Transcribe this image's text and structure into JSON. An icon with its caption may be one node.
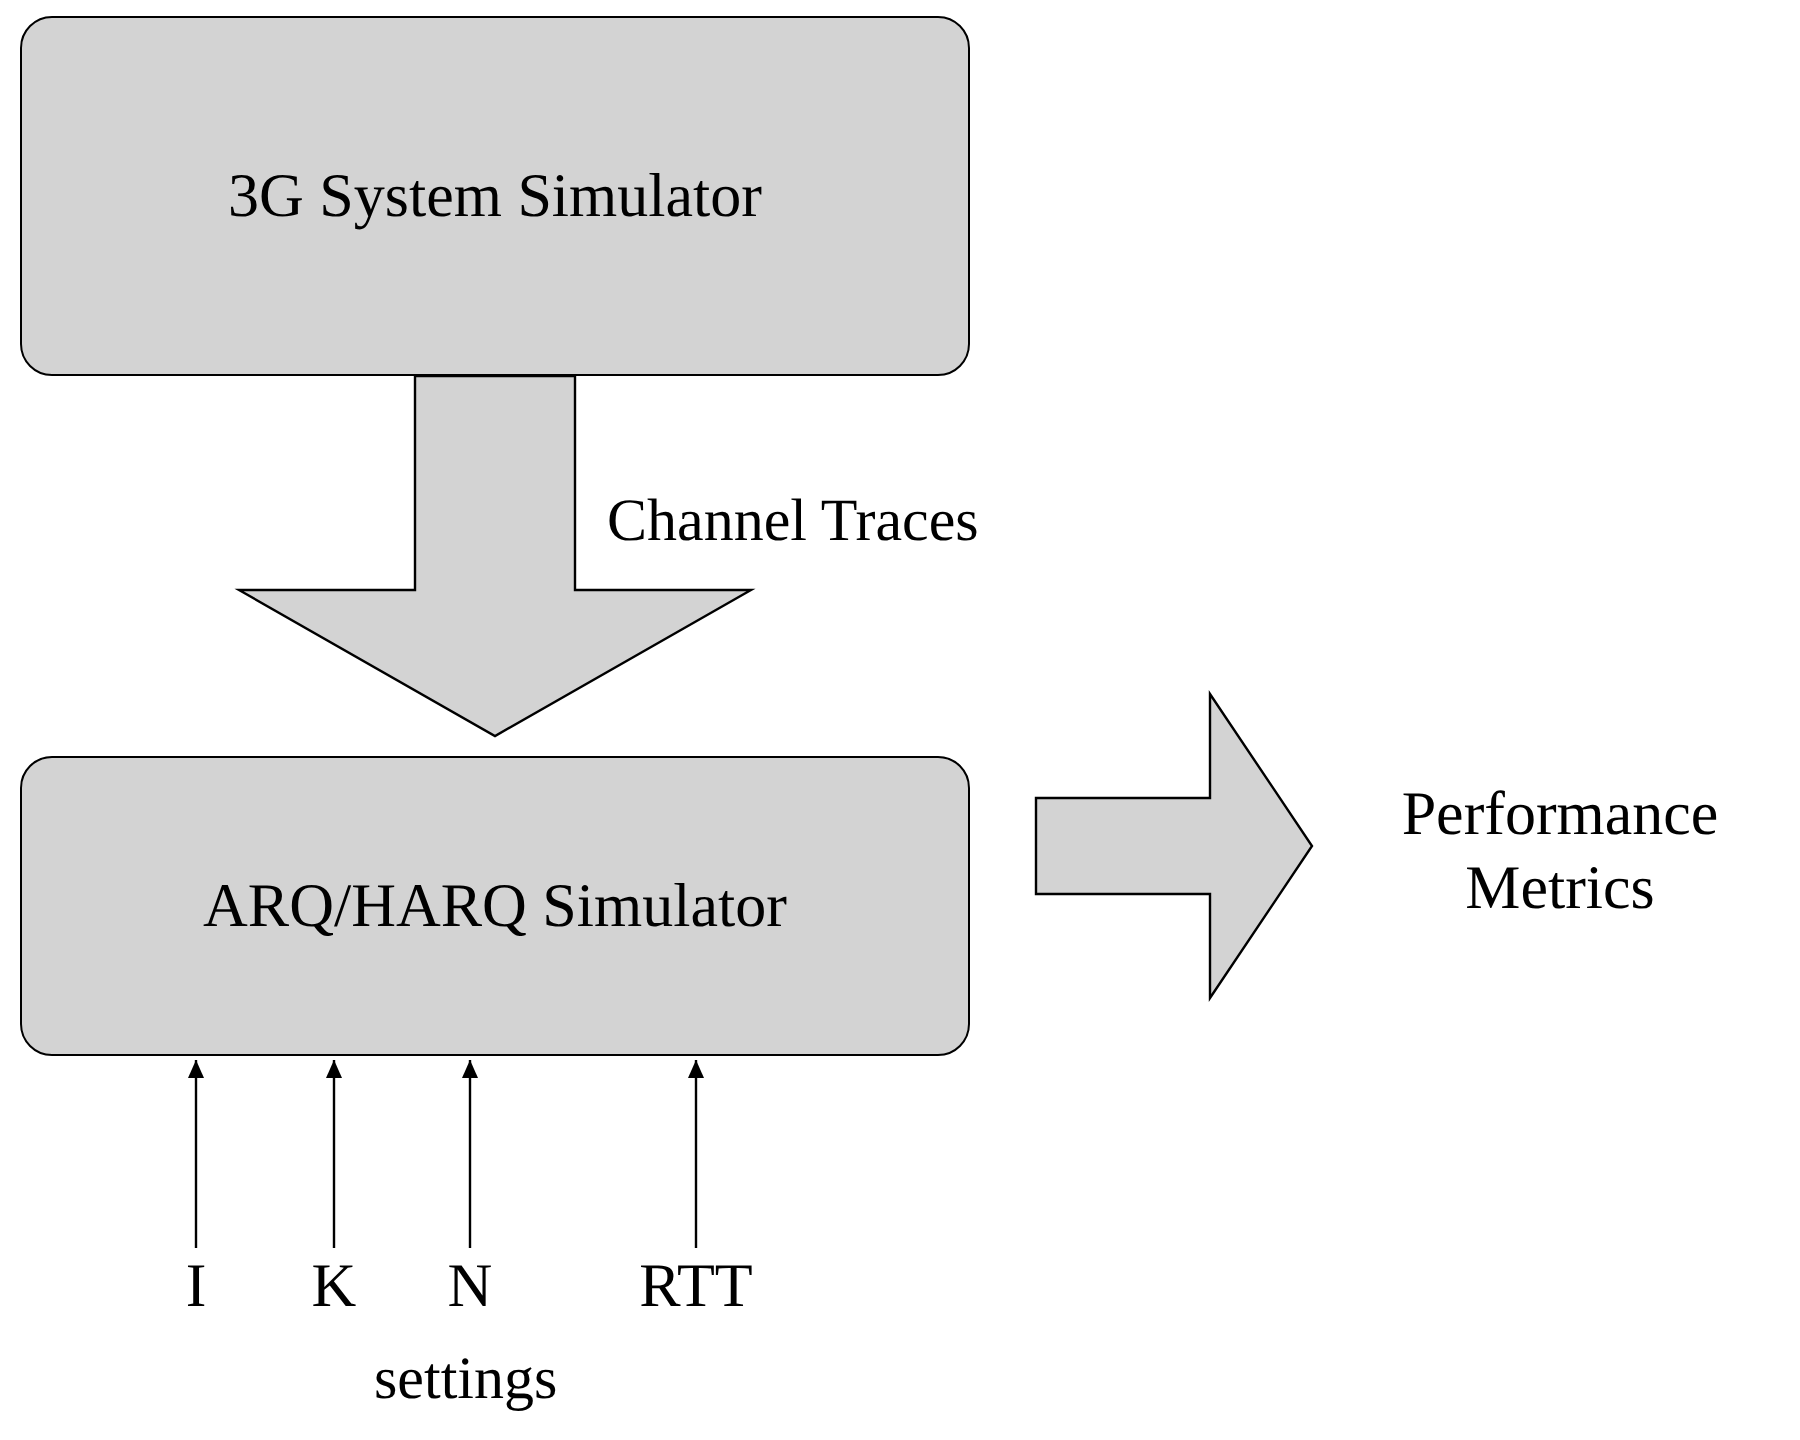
{
  "diagram": {
    "nodes": [
      {
        "text": [
          "3G System Simulator"
        ]
      },
      {
        "text": [
          "ARQ/HARQ Simulator"
        ]
      },
      {
        "text": [
          "Performance Metrics"
        ]
      },
      {
        "text": [
          "I"
        ]
      },
      {
        "text": [
          "K"
        ]
      },
      {
        "text": [
          "N"
        ]
      },
      {
        "text": [
          "RTT"
        ]
      }
    ],
    "edges": [
      {
        "from": 0,
        "to": 1,
        "arrow": "to",
        "style": "thick",
        "label": "Channel Traces"
      },
      {
        "from": 1,
        "to": 2,
        "arrow": "to",
        "style": "thick"
      },
      {
        "from": 3,
        "to": 1,
        "arrow": "to"
      },
      {
        "from": 4,
        "to": 1,
        "arrow": "to"
      },
      {
        "from": 5,
        "to": 1,
        "arrow": "to"
      },
      {
        "from": 6,
        "to": 1,
        "arrow": "to"
      }
    ],
    "labels": [
      "settings"
    ]
  }
}
